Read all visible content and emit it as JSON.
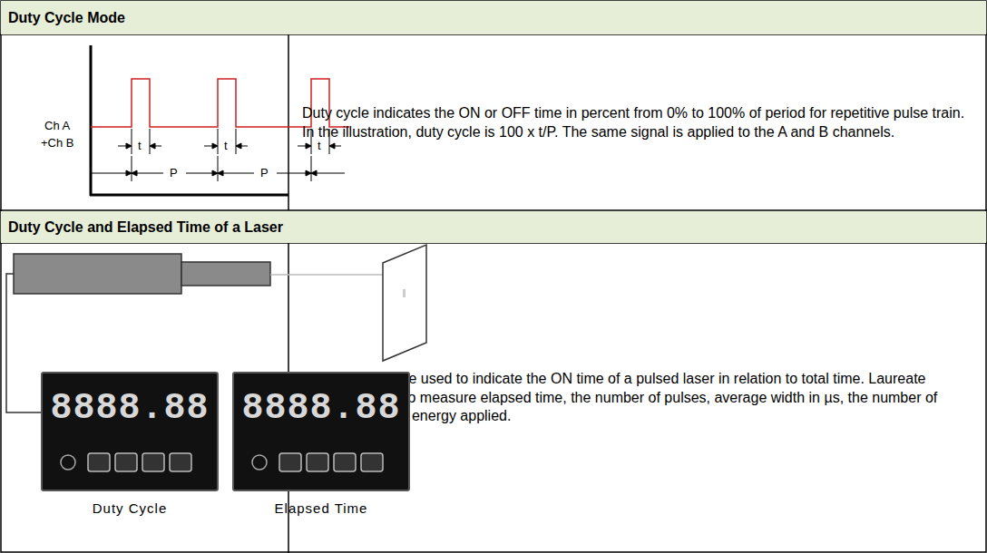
{
  "diagram": {
    "nodes": [
      {
        "text": [
          "Duty Cycle Mode"
        ]
      },
      {
        "text": [
          "Duty cycle indicates the ON or OFF time in percent from 0% to 100% of period for repetitive pulse train. In the illustration, duty cycle is 100 x t/P. The same signal is applied to the A and B channels."
        ]
      },
      {
        "text": [
          "Duty Cycle and Elapsed Time of a Laser"
        ]
      },
      {
        "text": [
          "Duty cycle can be used to indicate the ON time of a pulsed laser in relation to total time. Laureate counters can also measure elapsed time, the number of pulses, average width in µs, the number of pulses, and total energy applied."
        ]
      },
      {
        "text": [
          "8888.88",
          "Duty Cycle"
        ]
      },
      {
        "text": [
          "8888.88",
          "Elapsed Time"
        ]
      }
    ],
    "labels": [
      "Ch A",
      "+Ch B",
      "t",
      "t",
      "t",
      "P",
      "P"
    ]
  }
}
